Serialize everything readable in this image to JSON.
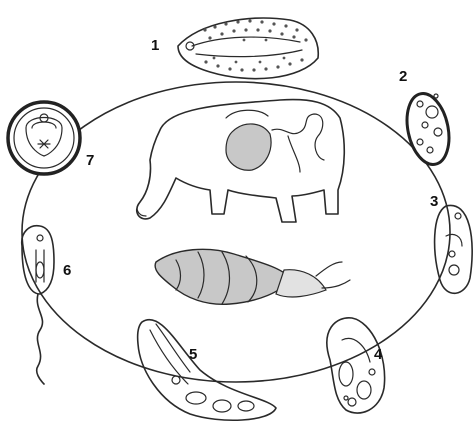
{
  "stages": [
    {
      "label": "1"
    },
    {
      "label": "2"
    },
    {
      "label": "3"
    },
    {
      "label": "4"
    },
    {
      "label": "5"
    },
    {
      "label": "6"
    },
    {
      "label": "7"
    }
  ]
}
